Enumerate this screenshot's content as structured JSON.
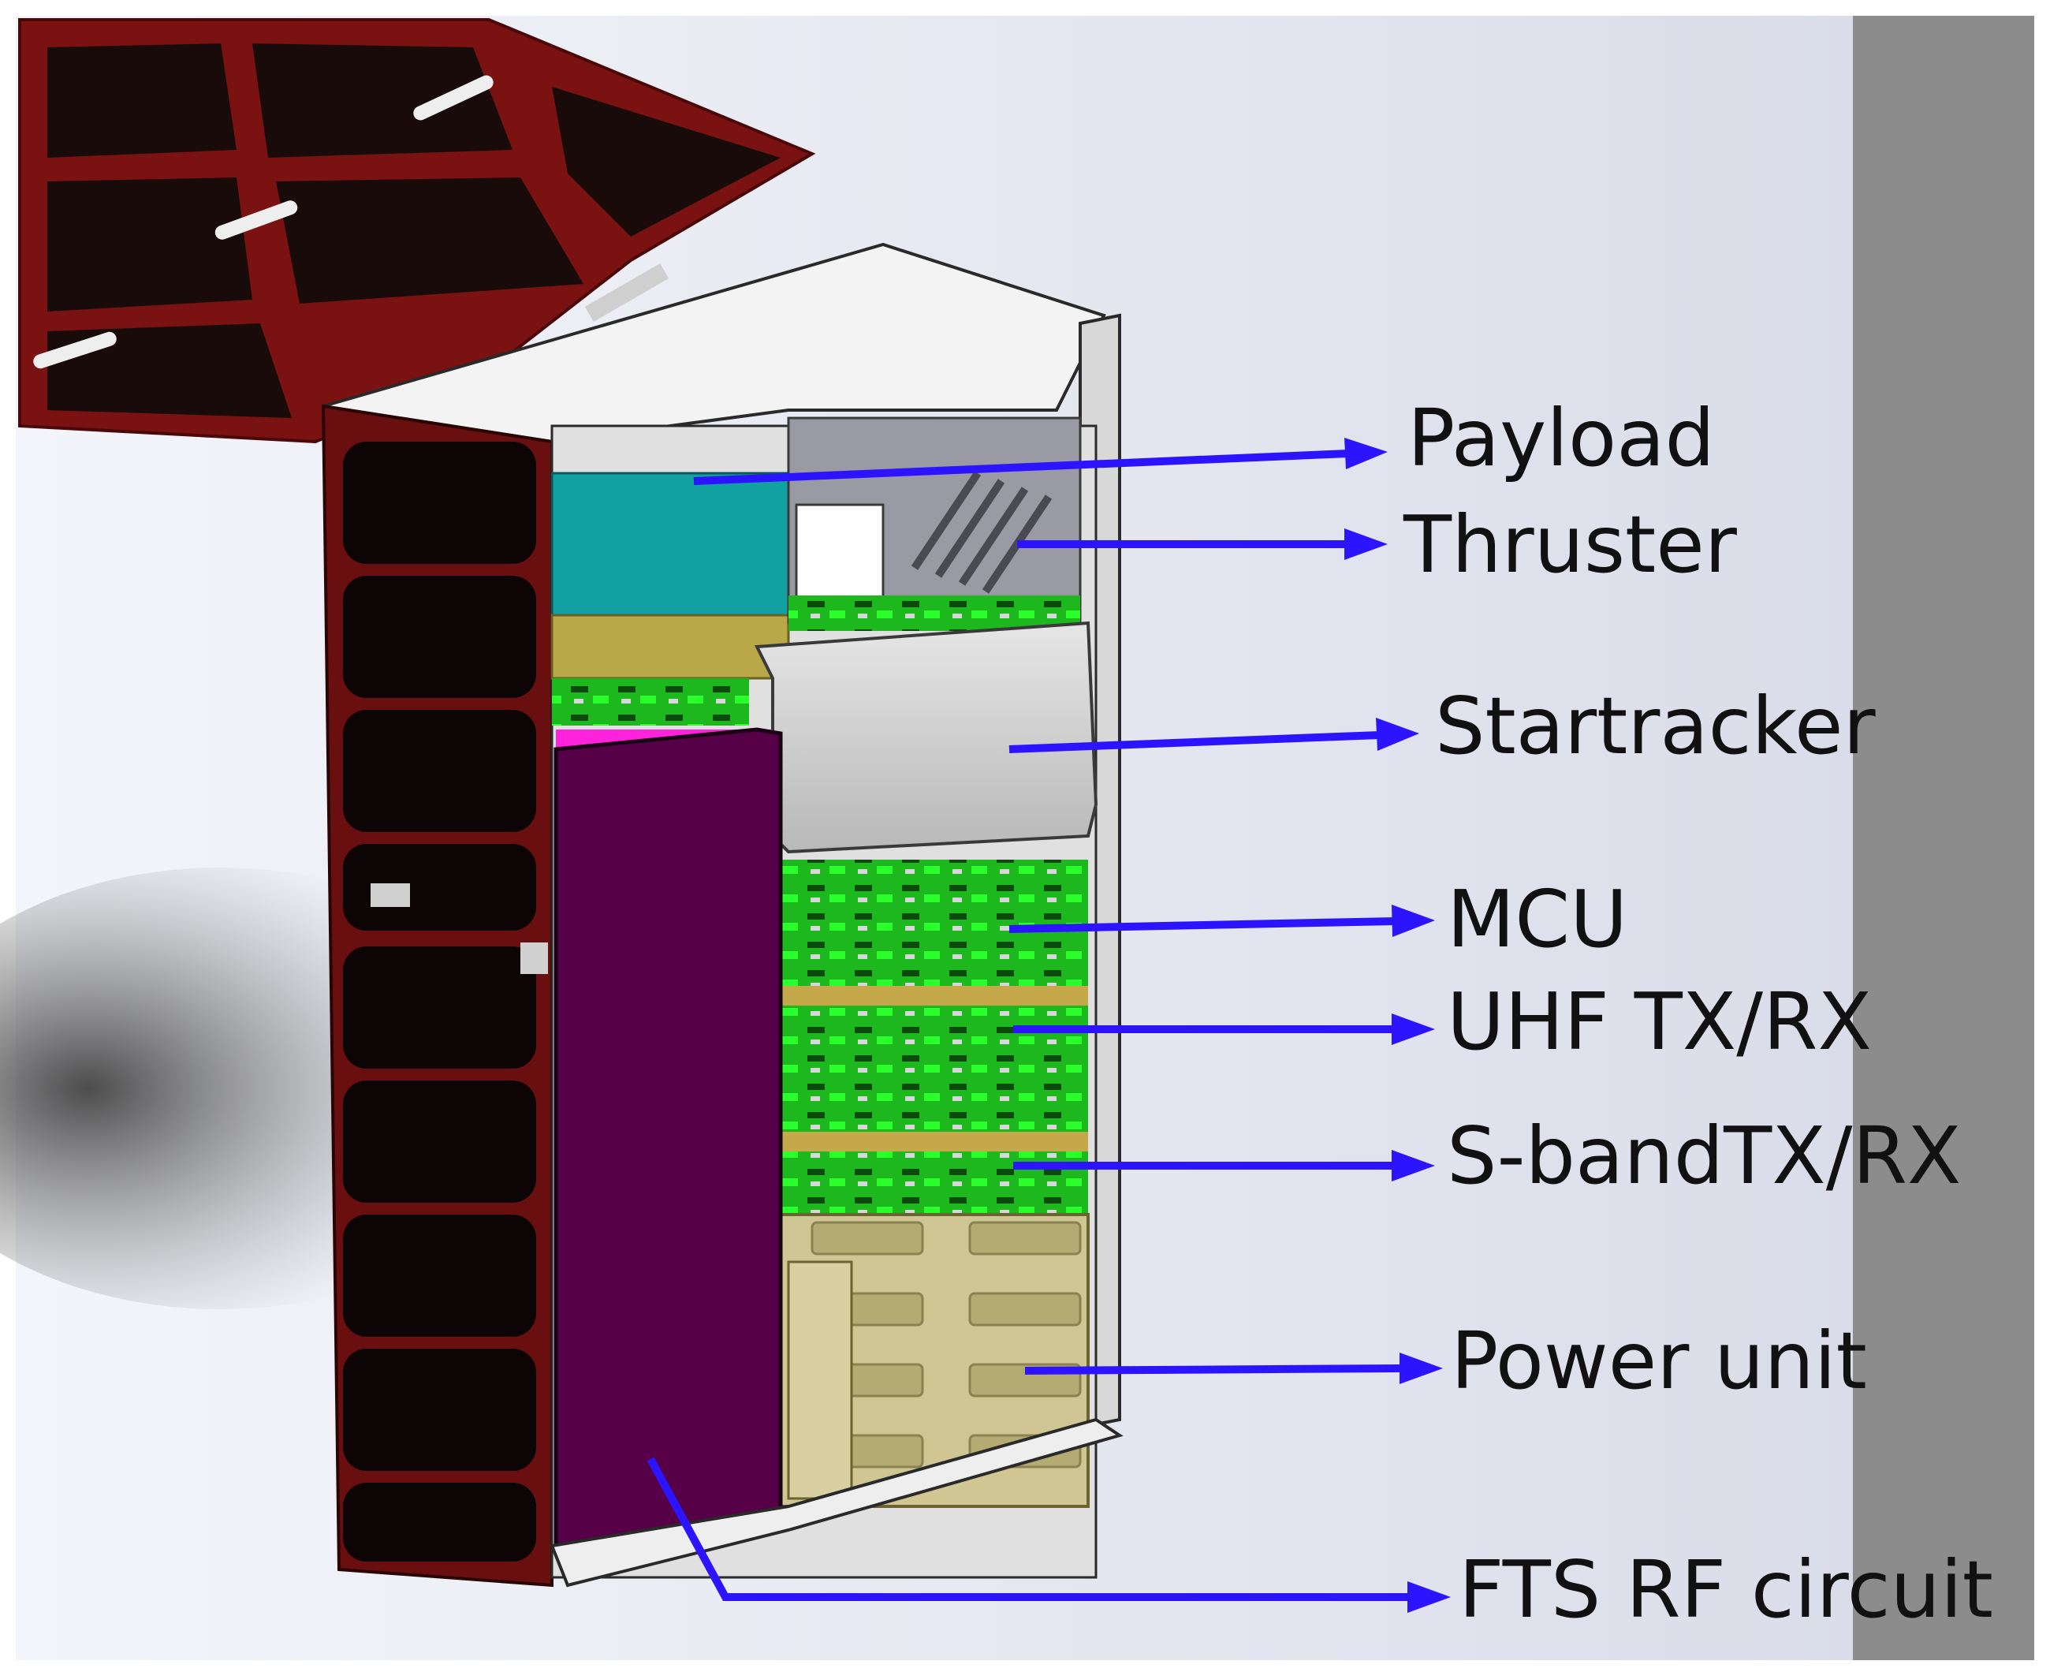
{
  "diagram": {
    "labels": [
      {
        "id": "payload",
        "text": "Payload"
      },
      {
        "id": "thruster",
        "text": "Thruster"
      },
      {
        "id": "startracker",
        "text": "Startracker"
      },
      {
        "id": "mcu",
        "text": "MCU"
      },
      {
        "id": "uhf",
        "text": "UHF TX/RX"
      },
      {
        "id": "sband",
        "text": "S-bandTX/RX"
      },
      {
        "id": "power",
        "text": "Power unit"
      },
      {
        "id": "fts",
        "text": "FTS RF circuit"
      }
    ]
  },
  "colors": {
    "arrow": "#2d14ff",
    "solar_panel_frame": "#7a1212",
    "solar_cell": "#1a0b0b",
    "payload_block": "#12a0a0",
    "thruster_block": "#9a9aa4",
    "startracker_block": "#cfcfcf",
    "pcb_green": "#1fcf1f",
    "power_unit": "#c9c08a",
    "fts_panel": "#560048",
    "side_bar": "#8c8c8c"
  }
}
